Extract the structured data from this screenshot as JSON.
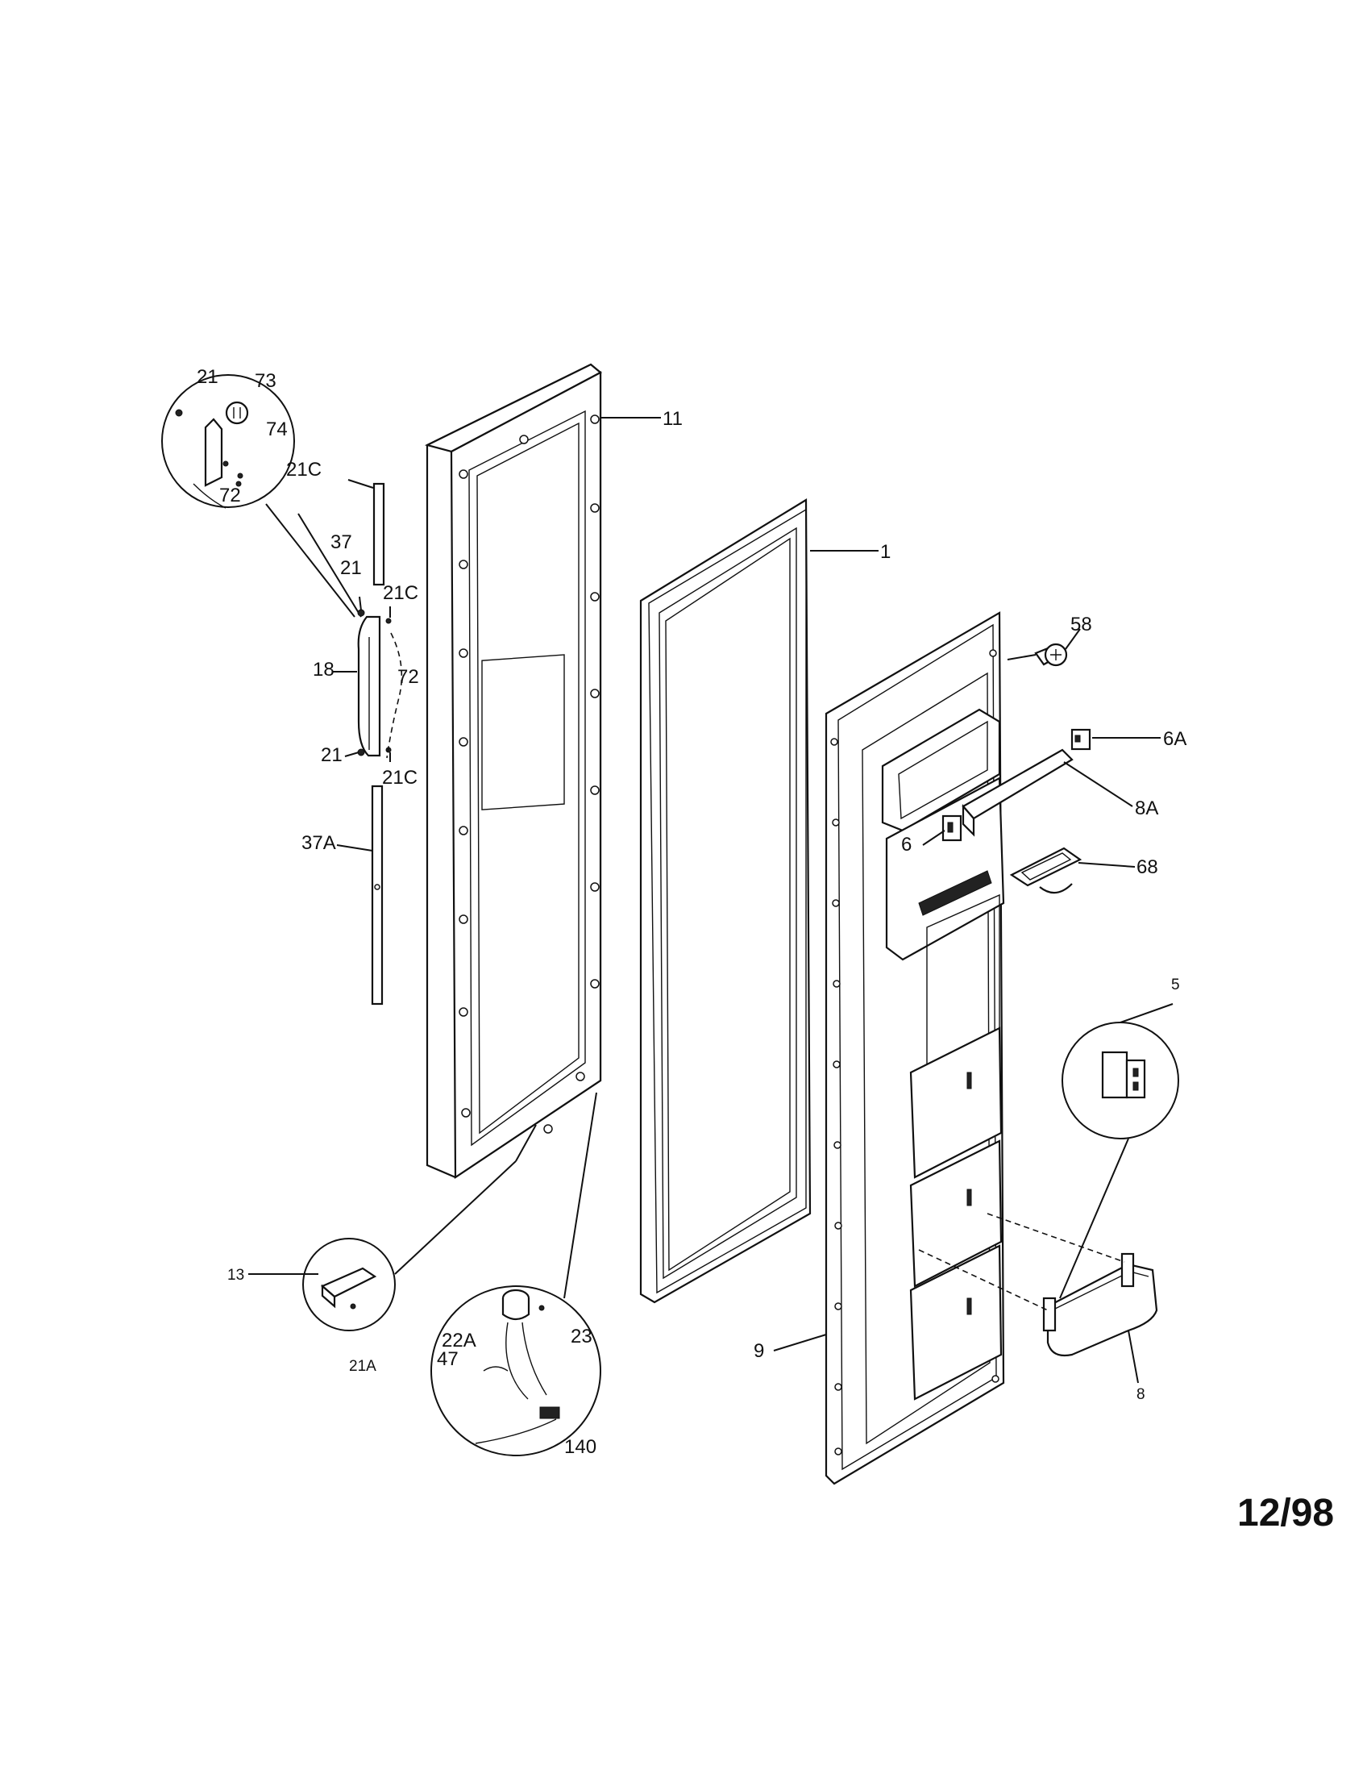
{
  "labels": {
    "l1": "1",
    "l5": "5",
    "l6": "6",
    "l6A": "6A",
    "l8": "8",
    "l8A": "8A",
    "l9": "9",
    "l11": "11",
    "l13": "13",
    "l18": "18",
    "l21_a": "21",
    "l21_b": "21",
    "l21_c": "21",
    "l21A": "21A",
    "l21C_a": "21C",
    "l21C_b": "21C",
    "l21C_c": "21C",
    "l22A": "22A",
    "l23": "23",
    "l37": "37",
    "l37A": "37A",
    "l47": "47",
    "l58": "58",
    "l68": "68",
    "l72_a": "72",
    "l72_b": "72",
    "l73": "73",
    "l74": "74",
    "l140": "140"
  },
  "date_code": "12/98"
}
